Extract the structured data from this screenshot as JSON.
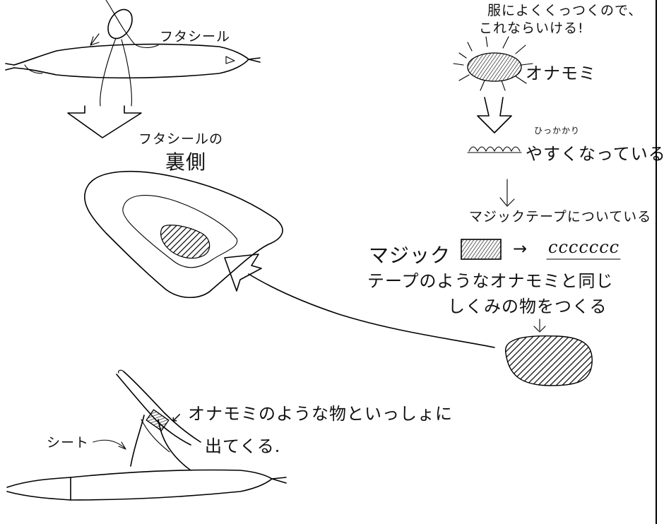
{
  "labels": {
    "futa_seal": "フタシール",
    "futa_seal_no": "フタシールの",
    "urakawa": "裏側",
    "top_note_1": "服によくくっつくので、",
    "top_note_2": "これならいける!",
    "onamomi": "オナモミ",
    "hikkakari_small": "ひっかかり",
    "hikkakari_main": "やすくなっている",
    "magic_tape_note": "マジックテープについている",
    "magic_word": "マジック",
    "loops": "ccccccc",
    "middle_line_1": "テープのようなオナモミと同じ",
    "middle_line_2": "しくみの物をつくる",
    "bottom_note_1": "オナモミのような物といっしょに",
    "bottom_note_2": "出てくる.",
    "sheet": "シート"
  },
  "icons": {
    "right_arrow": "→",
    "corner_arrow": "↙"
  }
}
